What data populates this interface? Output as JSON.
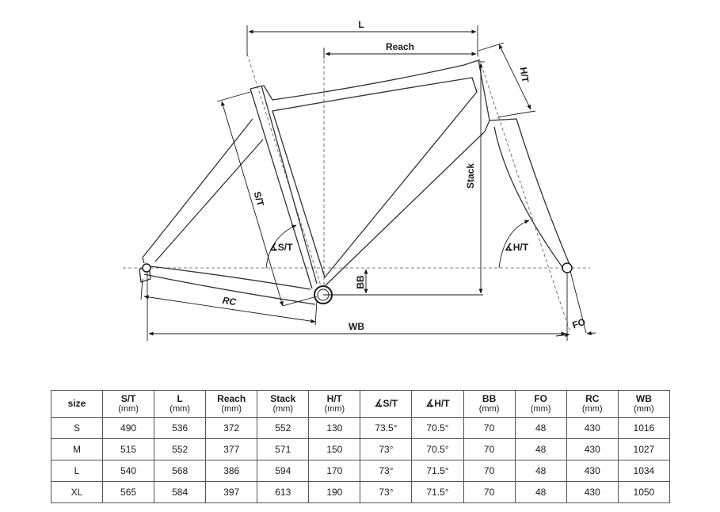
{
  "diagram": {
    "labels": {
      "L": "L",
      "reach": "Reach",
      "ht": "H/T",
      "stack": "Stack",
      "st": "S/T",
      "st_angle": "∡S/T",
      "ht_angle": "∡H/T",
      "bb": "BB",
      "rc": "RC",
      "wb": "WB",
      "fo": "FO"
    }
  },
  "table": {
    "headers": [
      {
        "name": "size",
        "unit": ""
      },
      {
        "name": "S/T",
        "unit": "(mm)"
      },
      {
        "name": "L",
        "unit": "(mm)"
      },
      {
        "name": "Reach",
        "unit": "(mm)"
      },
      {
        "name": "Stack",
        "unit": "(mm)"
      },
      {
        "name": "H/T",
        "unit": "(mm)"
      },
      {
        "name": "∡S/T",
        "unit": ""
      },
      {
        "name": "∡H/T",
        "unit": ""
      },
      {
        "name": "BB",
        "unit": "(mm)"
      },
      {
        "name": "FO",
        "unit": "(mm)"
      },
      {
        "name": "RC",
        "unit": "(mm)"
      },
      {
        "name": "WB",
        "unit": "(mm)"
      }
    ],
    "rows": [
      [
        "S",
        "490",
        "536",
        "372",
        "552",
        "130",
        "73.5°",
        "70.5°",
        "70",
        "48",
        "430",
        "1016"
      ],
      [
        "M",
        "515",
        "552",
        "377",
        "571",
        "150",
        "73°",
        "70.5°",
        "70",
        "48",
        "430",
        "1027"
      ],
      [
        "L",
        "540",
        "568",
        "386",
        "594",
        "170",
        "73°",
        "71.5°",
        "70",
        "48",
        "430",
        "1034"
      ],
      [
        "XL",
        "565",
        "584",
        "397",
        "613",
        "190",
        "73°",
        "71.5°",
        "70",
        "48",
        "430",
        "1050"
      ]
    ]
  }
}
